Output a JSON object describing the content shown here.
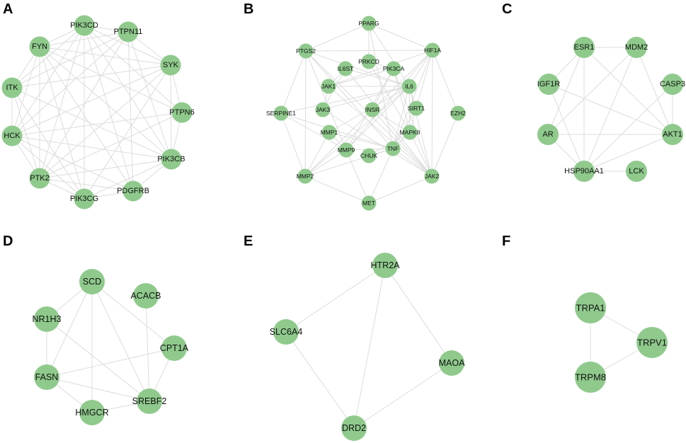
{
  "panels": [
    {
      "letter": "A",
      "nodes": [
        "PIK3CD",
        "PTPN11",
        "FYN",
        "SYK",
        "ITK",
        "PTPN6",
        "HCK",
        "PIK3CB",
        "PTK2",
        "PDGFRB",
        "PIK3CG"
      ],
      "edges": [
        [
          "PIK3CD",
          "PTPN11"
        ],
        [
          "PIK3CD",
          "FYN"
        ],
        [
          "PIK3CD",
          "SYK"
        ],
        [
          "PIK3CD",
          "ITK"
        ],
        [
          "PIK3CD",
          "PTPN6"
        ],
        [
          "PIK3CD",
          "HCK"
        ],
        [
          "PIK3CD",
          "PIK3CB"
        ],
        [
          "PIK3CD",
          "PTK2"
        ],
        [
          "PIK3CD",
          "PDGFRB"
        ],
        [
          "PIK3CD",
          "PIK3CG"
        ],
        [
          "PTPN11",
          "FYN"
        ],
        [
          "PTPN11",
          "SYK"
        ],
        [
          "PTPN11",
          "ITK"
        ],
        [
          "PTPN11",
          "PIK3CB"
        ],
        [
          "PTPN11",
          "PTK2"
        ],
        [
          "PTPN11",
          "PDGFRB"
        ],
        [
          "PTPN11",
          "HCK"
        ],
        [
          "FYN",
          "SYK"
        ],
        [
          "FYN",
          "ITK"
        ],
        [
          "FYN",
          "PTPN6"
        ],
        [
          "FYN",
          "HCK"
        ],
        [
          "FYN",
          "PIK3CB"
        ],
        [
          "FYN",
          "PTK2"
        ],
        [
          "FYN",
          "PDGFRB"
        ],
        [
          "FYN",
          "PIK3CG"
        ],
        [
          "SYK",
          "ITK"
        ],
        [
          "SYK",
          "PTPN6"
        ],
        [
          "SYK",
          "HCK"
        ],
        [
          "SYK",
          "PIK3CB"
        ],
        [
          "SYK",
          "PTK2"
        ],
        [
          "SYK",
          "PIK3CG"
        ],
        [
          "ITK",
          "HCK"
        ],
        [
          "ITK",
          "PIK3CB"
        ],
        [
          "ITK",
          "PTK2"
        ],
        [
          "ITK",
          "PIK3CG"
        ],
        [
          "PTPN6",
          "HCK"
        ],
        [
          "PTPN6",
          "PIK3CB"
        ],
        [
          "PTPN6",
          "PTK2"
        ],
        [
          "HCK",
          "PIK3CB"
        ],
        [
          "HCK",
          "PTK2"
        ],
        [
          "HCK",
          "PIK3CG"
        ],
        [
          "HCK",
          "PDGFRB"
        ],
        [
          "PIK3CB",
          "PTK2"
        ],
        [
          "PIK3CB",
          "PDGFRB"
        ],
        [
          "PIK3CB",
          "PIK3CG"
        ],
        [
          "PTK2",
          "PDGFRB"
        ],
        [
          "PTK2",
          "PIK3CG"
        ],
        [
          "PDGFRB",
          "PIK3CG"
        ]
      ]
    },
    {
      "letter": "B",
      "nodes": [
        "PPARG",
        "PTGS2",
        "HIF1A",
        "IL6ST",
        "PRKCD",
        "PIK3CA",
        "JAK1",
        "IL6",
        "SERPINE1",
        "JAK3",
        "INSR",
        "SIRT1",
        "EZH2",
        "MMP1",
        "MAPK8",
        "MMP9",
        "CHUK",
        "TNF",
        "MMP2",
        "JAK2",
        "MET"
      ],
      "edges": [
        [
          "PPARG",
          "PTGS2"
        ],
        [
          "PPARG",
          "HIF1A"
        ],
        [
          "PPARG",
          "IL6"
        ],
        [
          "PPARG",
          "TNF"
        ],
        [
          "PPARG",
          "PRKCD"
        ],
        [
          "PTGS2",
          "HIF1A"
        ],
        [
          "PTGS2",
          "IL6"
        ],
        [
          "PTGS2",
          "TNF"
        ],
        [
          "PTGS2",
          "MMP9"
        ],
        [
          "PTGS2",
          "MMP2"
        ],
        [
          "PTGS2",
          "SERPINE1"
        ],
        [
          "PTGS2",
          "JAK2"
        ],
        [
          "HIF1A",
          "IL6"
        ],
        [
          "HIF1A",
          "TNF"
        ],
        [
          "HIF1A",
          "MMP9"
        ],
        [
          "HIF1A",
          "MMP2"
        ],
        [
          "HIF1A",
          "JAK2"
        ],
        [
          "HIF1A",
          "SIRT1"
        ],
        [
          "HIF1A",
          "EZH2"
        ],
        [
          "HIF1A",
          "JAK1"
        ],
        [
          "IL6ST",
          "IL6"
        ],
        [
          "IL6ST",
          "JAK1"
        ],
        [
          "IL6ST",
          "JAK2"
        ],
        [
          "IL6ST",
          "JAK3"
        ],
        [
          "PRKCD",
          "PIK3CA"
        ],
        [
          "PRKCD",
          "MAPK8"
        ],
        [
          "PIK3CA",
          "JAK1"
        ],
        [
          "PIK3CA",
          "INSR"
        ],
        [
          "PIK3CA",
          "MAPK8"
        ],
        [
          "PIK3CA",
          "JAK2"
        ],
        [
          "PIK3CA",
          "MMP9"
        ],
        [
          "JAK1",
          "JAK3"
        ],
        [
          "JAK1",
          "JAK2"
        ],
        [
          "JAK1",
          "IL6"
        ],
        [
          "IL6",
          "JAK2"
        ],
        [
          "IL6",
          "TNF"
        ],
        [
          "IL6",
          "MMP9"
        ],
        [
          "IL6",
          "MMP1"
        ],
        [
          "IL6",
          "SERPINE1"
        ],
        [
          "IL6",
          "SIRT1"
        ],
        [
          "IL6",
          "JAK3"
        ],
        [
          "IL6",
          "MAPK8"
        ],
        [
          "IL6",
          "MMP2"
        ],
        [
          "SERPINE1",
          "TNF"
        ],
        [
          "SERPINE1",
          "MMP2"
        ],
        [
          "SERPINE1",
          "MMP9"
        ],
        [
          "JAK3",
          "JAK2"
        ],
        [
          "INSR",
          "JAK2"
        ],
        [
          "INSR",
          "MAPK8"
        ],
        [
          "SIRT1",
          "TNF"
        ],
        [
          "SIRT1",
          "MAPK8"
        ],
        [
          "EZH2",
          "JAK2"
        ],
        [
          "MMP1",
          "MMP9"
        ],
        [
          "MMP1",
          "TNF"
        ],
        [
          "MMP1",
          "MMP2"
        ],
        [
          "MAPK8",
          "TNF"
        ],
        [
          "MAPK8",
          "JAK2"
        ],
        [
          "MMP9",
          "TNF"
        ],
        [
          "MMP9",
          "MMP2"
        ],
        [
          "MMP9",
          "MET"
        ],
        [
          "CHUK",
          "TNF"
        ],
        [
          "CHUK",
          "MAPK8"
        ],
        [
          "TNF",
          "MMP2"
        ],
        [
          "TNF",
          "JAK2"
        ],
        [
          "TNF",
          "MET"
        ],
        [
          "MMP2",
          "MET"
        ],
        [
          "JAK2",
          "MET"
        ]
      ]
    },
    {
      "letter": "C",
      "nodes": [
        "ESR1",
        "MDM2",
        "IGF1R",
        "CASP3",
        "AR",
        "AKT1",
        "HSP90AA1",
        "LCK"
      ],
      "edges": [
        [
          "ESR1",
          "MDM2"
        ],
        [
          "ESR1",
          "IGF1R"
        ],
        [
          "ESR1",
          "AR"
        ],
        [
          "ESR1",
          "HSP90AA1"
        ],
        [
          "ESR1",
          "AKT1"
        ],
        [
          "MDM2",
          "AR"
        ],
        [
          "MDM2",
          "AKT1"
        ],
        [
          "MDM2",
          "HSP90AA1"
        ],
        [
          "IGF1R",
          "HSP90AA1"
        ],
        [
          "IGF1R",
          "AKT1"
        ],
        [
          "CASP3",
          "AKT1"
        ],
        [
          "CASP3",
          "HSP90AA1"
        ],
        [
          "AR",
          "HSP90AA1"
        ],
        [
          "AR",
          "AKT1"
        ],
        [
          "AKT1",
          "HSP90AA1"
        ],
        [
          "HSP90AA1",
          "LCK"
        ]
      ]
    },
    {
      "letter": "D",
      "nodes": [
        "SCD",
        "ACACB",
        "NR1H3",
        "CPT1A",
        "FASN",
        "SREBF2",
        "HMGCR"
      ],
      "edges": [
        [
          "SCD",
          "NR1H3"
        ],
        [
          "SCD",
          "FASN"
        ],
        [
          "SCD",
          "HMGCR"
        ],
        [
          "SCD",
          "SREBF2"
        ],
        [
          "SCD",
          "CPT1A"
        ],
        [
          "NR1H3",
          "FASN"
        ],
        [
          "NR1H3",
          "SREBF2"
        ],
        [
          "FASN",
          "HMGCR"
        ],
        [
          "FASN",
          "SREBF2"
        ],
        [
          "FASN",
          "CPT1A"
        ],
        [
          "CPT1A",
          "SREBF2"
        ],
        [
          "HMGCR",
          "SREBF2"
        ],
        [
          "ACACB",
          "SREBF2"
        ]
      ]
    },
    {
      "letter": "E",
      "nodes": [
        "HTR2A",
        "SLC6A4",
        "MAOA",
        "DRD2"
      ],
      "edges": [
        [
          "HTR2A",
          "SLC6A4"
        ],
        [
          "HTR2A",
          "MAOA"
        ],
        [
          "HTR2A",
          "DRD2"
        ],
        [
          "SLC6A4",
          "DRD2"
        ],
        [
          "MAOA",
          "DRD2"
        ]
      ]
    },
    {
      "letter": "F",
      "nodes": [
        "TRPA1",
        "TRPV1",
        "TRPM8"
      ],
      "edges": [
        [
          "TRPA1",
          "TRPV1"
        ],
        [
          "TRPA1",
          "TRPM8"
        ],
        [
          "TRPV1",
          "TRPM8"
        ]
      ]
    }
  ]
}
